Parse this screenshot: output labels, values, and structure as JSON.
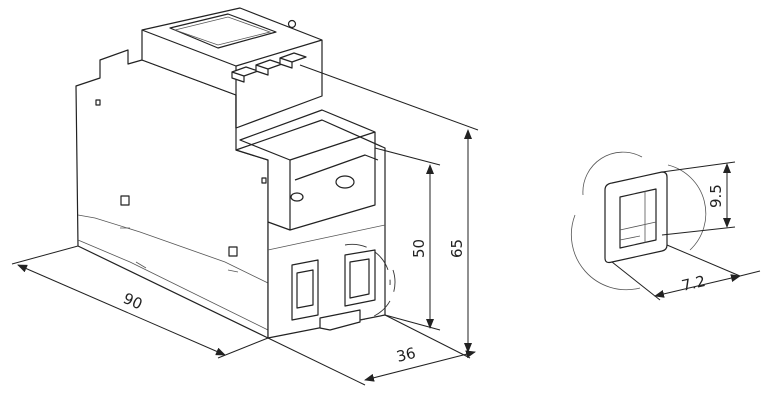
{
  "drawing": {
    "dimensions": {
      "length": "90",
      "depth": "36",
      "height_body": "50",
      "height_total": "65",
      "terminal_height": "9.5",
      "terminal_width": "7.2"
    },
    "line_color": "#222222",
    "background": "#ffffff"
  }
}
